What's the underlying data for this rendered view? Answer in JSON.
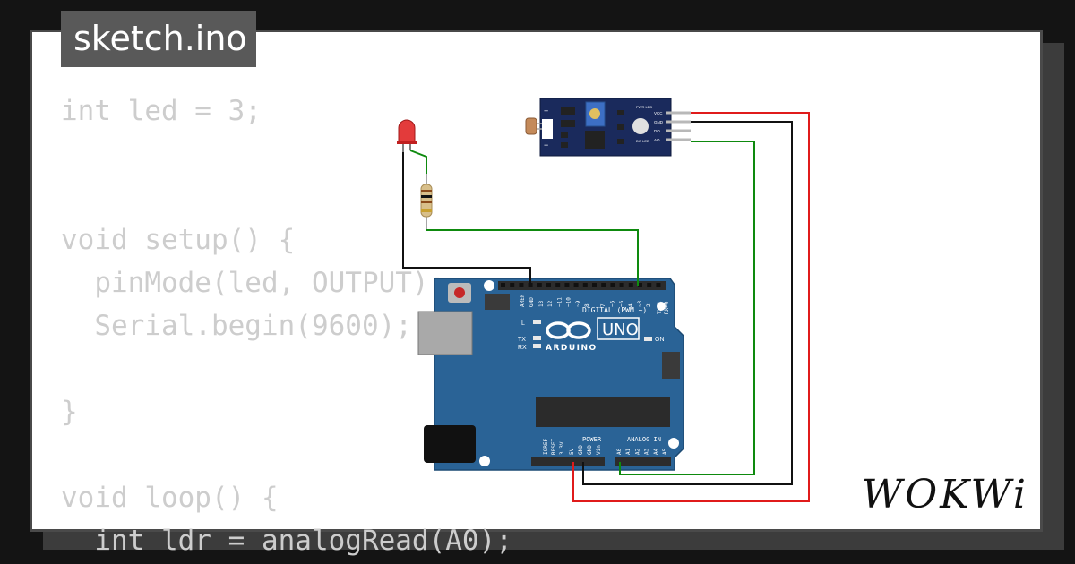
{
  "tab": {
    "title": "sketch.ino"
  },
  "code_lines": [
    "int led = 3;",
    "",
    "",
    "void setup() {",
    "  pinMode(led, OUTPUT);",
    "  Serial.begin(9600);",
    "",
    "}",
    "",
    "void loop() {",
    "  int ldr = analogRead(A0);"
  ],
  "board": {
    "logo": "ARDUINO",
    "model": "UNO",
    "labels": {
      "digital": "DIGITAL (PWM ~)",
      "power": "POWER",
      "analog": "ANALOG IN",
      "on": "ON",
      "l": "L",
      "tx": "TX",
      "rx": "RX",
      "aref": "AREF",
      "gnd": "GND",
      "ioref": "IOREF",
      "reset": "RESET",
      "v33": "3.3V",
      "v5": "5V",
      "vin": "Vin",
      "txpin": "TX→1",
      "rxpin": "RX←0"
    },
    "digital_pins": [
      "13",
      "12",
      "~11",
      "~10",
      "~9",
      "8",
      "7",
      "~6",
      "~5",
      "4",
      "~3",
      "2"
    ],
    "analog_pins": [
      "A0",
      "A1",
      "A2",
      "A3",
      "A4",
      "A5"
    ]
  },
  "sensor": {
    "pin_labels": [
      "VCC",
      "GND",
      "DO",
      "AO"
    ],
    "led_labels": [
      "PWR LED",
      "DO LED"
    ],
    "plus": "+",
    "minus": "−"
  },
  "wire_colors": {
    "vcc": "#e01b1b",
    "gnd": "#111111",
    "signal": "#0e8a0e"
  },
  "brand": "WOKWi"
}
